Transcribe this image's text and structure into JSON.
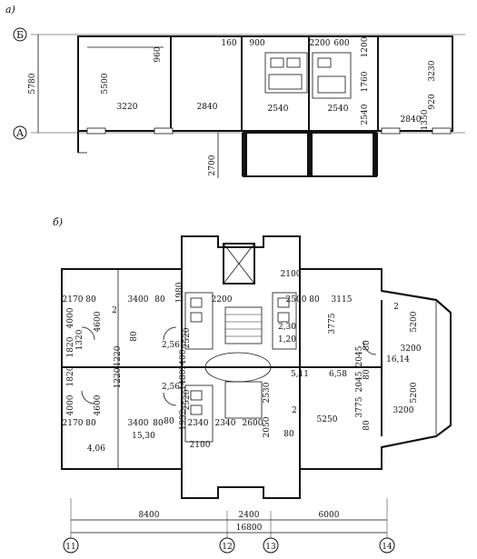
{
  "labels": {
    "panel_a": "а)",
    "panel_b": "б)"
  },
  "plan_a": {
    "axis_top": "Б",
    "axis_bottom": "А",
    "dims": {
      "d5780": "5780",
      "d5500": "5500",
      "d960": "960",
      "d3220": "3220",
      "d2840": "2840",
      "d160": "160",
      "d900": "900",
      "d2200": "2200",
      "d600": "600",
      "d1200": "1200",
      "d3230": "3230",
      "d1760": "1760",
      "d920": "920",
      "d2540a": "2540",
      "d2540b": "2540",
      "d2540c": "2540",
      "d1350": "1350",
      "d2840b": "2840",
      "d2700": "2700"
    }
  },
  "plan_b": {
    "dims": {
      "d2100top": "2100",
      "d2170a": "2170",
      "d80a": "80",
      "d3400a": "3400",
      "d80b": "80",
      "d1980": "1980",
      "d2200": "2200",
      "d2500": "2500",
      "d80c": "80",
      "d3115": "3115",
      "d4000a": "4000",
      "d4600a": "4600",
      "d2a": "2",
      "d80d": "80",
      "d1820a": "1820",
      "d1220a": "1220",
      "d1320": "1320",
      "d256a": "2,56",
      "d2520a": "2520",
      "d1400": "1400",
      "d230": "2,30",
      "d120": "1,20",
      "d3775a": "3775",
      "d2b": "2",
      "d5200a": "5200",
      "d3200a": "3200",
      "d1614": "16,14",
      "d2045a": "2045",
      "d80e": "80",
      "d511": "5,11",
      "d658": "6,58",
      "d1820b": "1820",
      "d1220b": "1220",
      "d1480": "1480",
      "d256b": "2,56",
      "d2520b": "2520",
      "d2530": "2530",
      "d2045b": "2045",
      "d80f": "80",
      "d5200b": "5200",
      "d4000b": "4000",
      "d4600b": "4600",
      "d80g": "80",
      "d1992": "1992",
      "d2340a": "2340",
      "d2340b": "2340",
      "d2600": "2600",
      "d2050": "2050",
      "d80h": "80",
      "d2c": "2",
      "d5250": "5250",
      "d3775b": "3775",
      "d80i": "80",
      "d3200b": "3200",
      "d2170b": "2170",
      "d80j": "80",
      "d3400b": "3400",
      "d80k": "80",
      "d1530": "15,30",
      "d406": "4,06",
      "d2100bot": "2100",
      "d8400": "8400",
      "d2400": "2400",
      "d6000": "6000",
      "d16800": "16800"
    },
    "axes": {
      "a11": "11",
      "a12": "12",
      "a13": "13",
      "a14": "14"
    }
  },
  "colors": {
    "ink": "#111111",
    "paper": "#ffffff"
  }
}
